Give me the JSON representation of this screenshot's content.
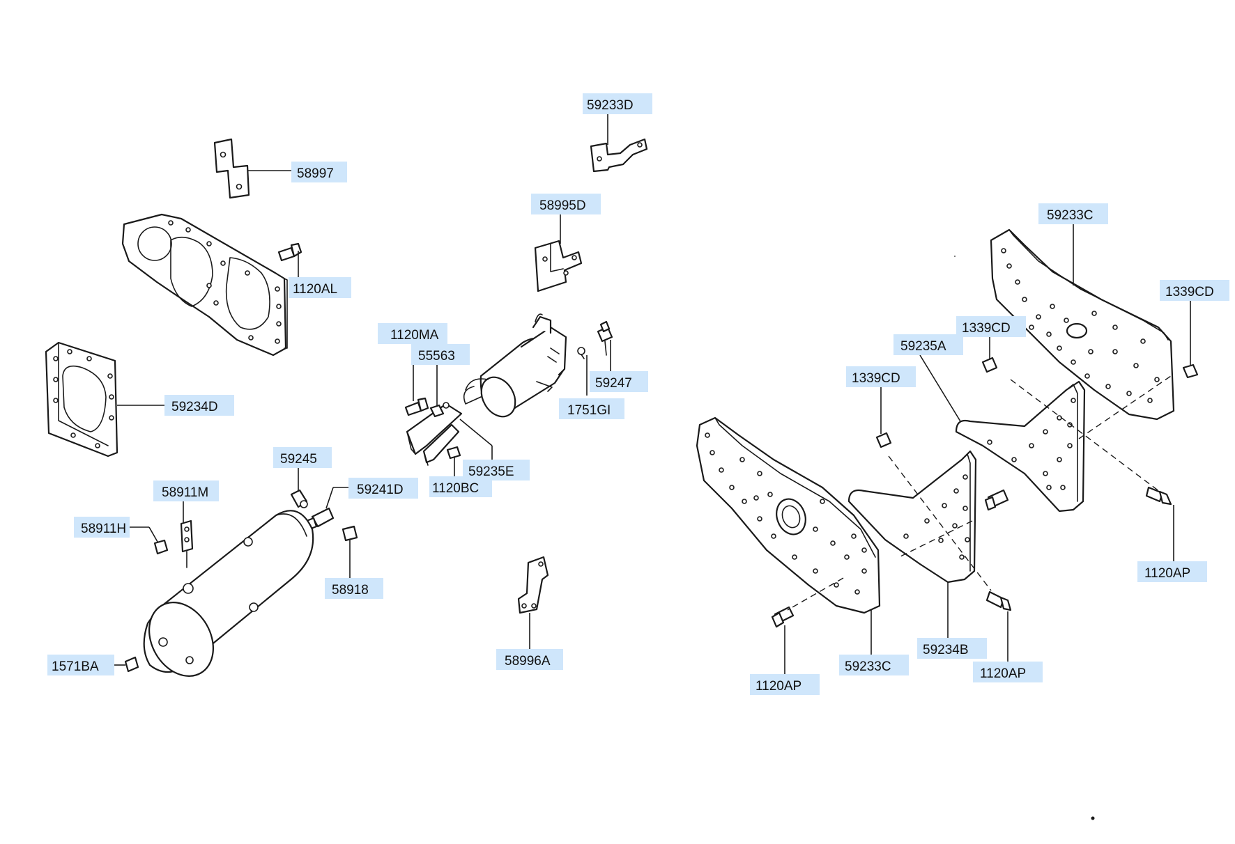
{
  "colors": {
    "label_bg": "#cfe6fb",
    "line": "#1a1a1a",
    "background": "#ffffff"
  },
  "labels": {
    "l_58997": "58997",
    "l_1120AL": "1120AL",
    "l_59234D": "59234D",
    "l_59245": "59245",
    "l_58911M": "58911M",
    "l_58911H": "58911H",
    "l_59241D": "59241D",
    "l_58918": "58918",
    "l_1571BA": "1571BA",
    "l_59233D": "59233D",
    "l_58995D": "58995D",
    "l_1120MA": "1120MA",
    "l_55563": "55563",
    "l_59247": "59247",
    "l_1751GI": "1751GI",
    "l_59235E": "59235E",
    "l_1120BC": "1120BC",
    "l_58996A": "58996A",
    "l_59233C_top": "59233C",
    "l_1339CD_right": "1339CD",
    "l_1339CD_mid": "1339CD",
    "l_59235A": "59235A",
    "l_1339CD_left": "1339CD",
    "l_1120AP_right": "1120AP",
    "l_1120AP_mid": "1120AP",
    "l_1120AP_left": "1120AP",
    "l_59233C_bottom": "59233C",
    "l_59234B": "59234B"
  }
}
